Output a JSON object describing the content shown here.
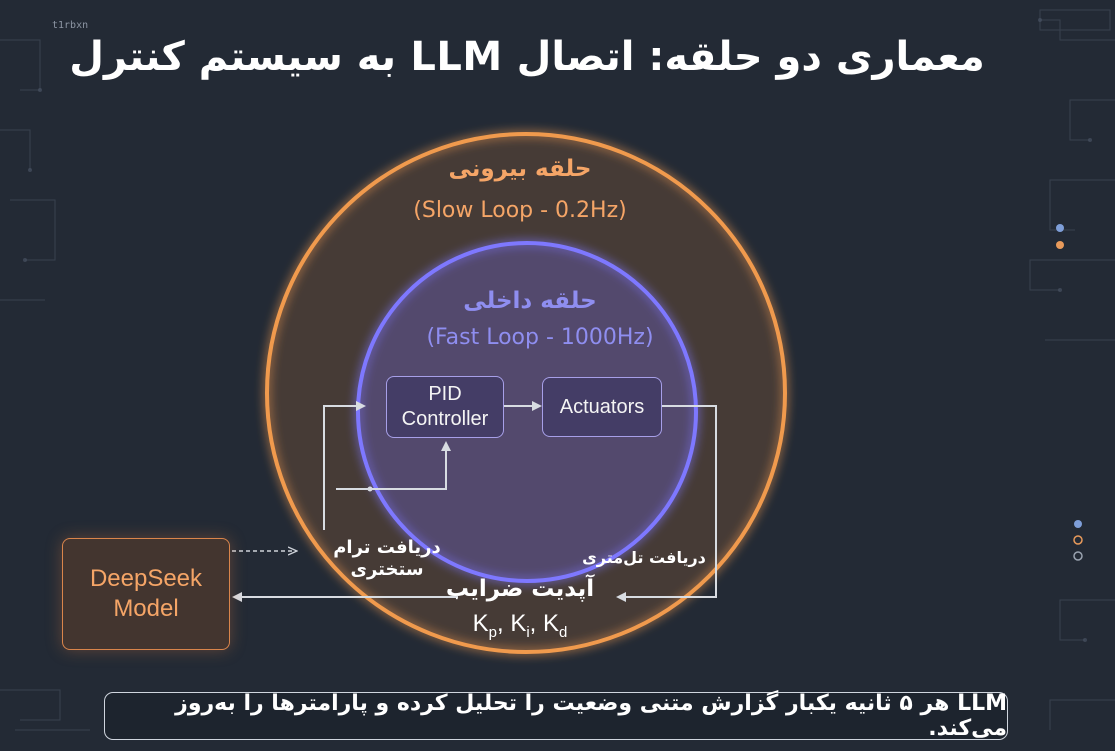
{
  "header": {
    "title": "معماری دو حلقه: اتصال LLM به سیستم کنترل",
    "corner_label": "t1rbxn"
  },
  "diagram": {
    "outer_loop": {
      "title": "حلقه بیرونی",
      "subtitle": "(Slow Loop - 0.2Hz)"
    },
    "inner_loop": {
      "title": "حلقه داخلی",
      "subtitle": "(Fast Loop - 1000Hz)"
    },
    "nodes": {
      "pid_line1": "PID",
      "pid_line2": "Controller",
      "actuators": "Actuators",
      "deepseek_line1": "DeepSeek",
      "deepseek_line2": "Model"
    },
    "labels": {
      "input_line1": "دریافت ترام",
      "input_line2": "ستختری",
      "telemetry": "دریافت تل‌متری",
      "update": "آپدیت ضرایب",
      "params": {
        "k": "K",
        "p": "p",
        "i": "i",
        "d": "d",
        "sep": ", "
      }
    }
  },
  "footer": {
    "text": "LLM هر ۵ ثانیه یکبار گزارش متنی وضعیت را تحلیل کرده و پارامترها را به‌روز می‌کند."
  },
  "colors": {
    "background": "#232a35",
    "outer_ring": "#f09a4e",
    "inner_ring": "#7e78ff",
    "outer_text": "#f5a567",
    "inner_text": "#8f8ef0"
  }
}
